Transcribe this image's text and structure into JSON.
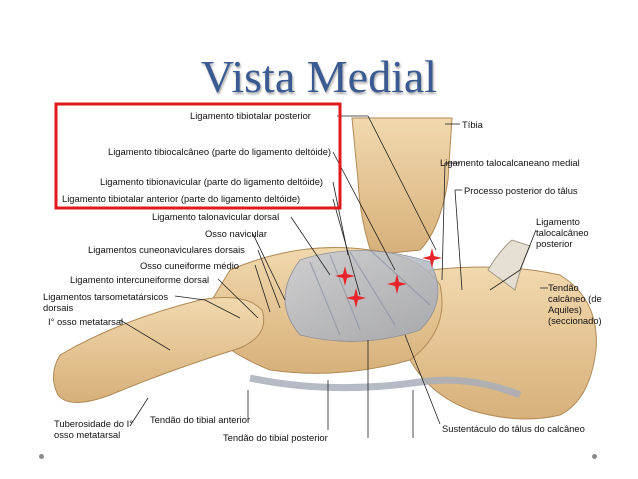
{
  "slide": {
    "title": "Vista Medial",
    "highlight_color": "#e0191a",
    "marker_color": "#e8232a",
    "title_color": "#3a5a92"
  },
  "labels": {
    "lig_tibiotalar_posterior": "Ligamento tibiotalar posterior",
    "tibia": "Tíbia",
    "lig_tibiocalcaneo": "Ligamento tibiocalcâneo (parte do ligamento deltóide)",
    "lig_talocalcaneano_medial": "Ligamento talocalcaneano medial",
    "lig_tibionavicular": "Ligamento tibionavicular (parte do ligamento deltóide)",
    "processo_posterior_talus": "Processo posterior do tâlus",
    "lig_tibiotalar_anterior": "Ligamento tibiotalar anterior (parte do ligamento deltóide)",
    "lig_talonavicular_dorsal": "Ligamento talonavicular dorsal",
    "lig_talocalcaneo_posterior": "Ligamento talocalcâneo posterior",
    "osso_navicular": "Osso navicular",
    "lig_cuneonaviculares_dorsais": "Ligamentos cuneonaviculares dorsais",
    "osso_cuneiforme_medio": "Osso cuneiforme médio",
    "lig_intercuneiforme_dorsal": "Ligamento intercuneiforme dorsal",
    "tendao_calcaneo": "Tendão calcâneo (de Aquiles) (seccionado)",
    "lig_tarsometatarsicos_dorsais": "Ligamentos tarsometatársicos dorsais",
    "primeiro_osso_metatarsal": "I° osso metatarsal",
    "tuberosidade": "Tuberosidade do I° osso metatarsal",
    "tendao_tibial_anterior": "Tendão do tibial anterior",
    "sustentaculo": "Sustentáculo do tâlus do calcâneo",
    "tendao_tibial_posterior": "Tendão do tibial posterior"
  }
}
